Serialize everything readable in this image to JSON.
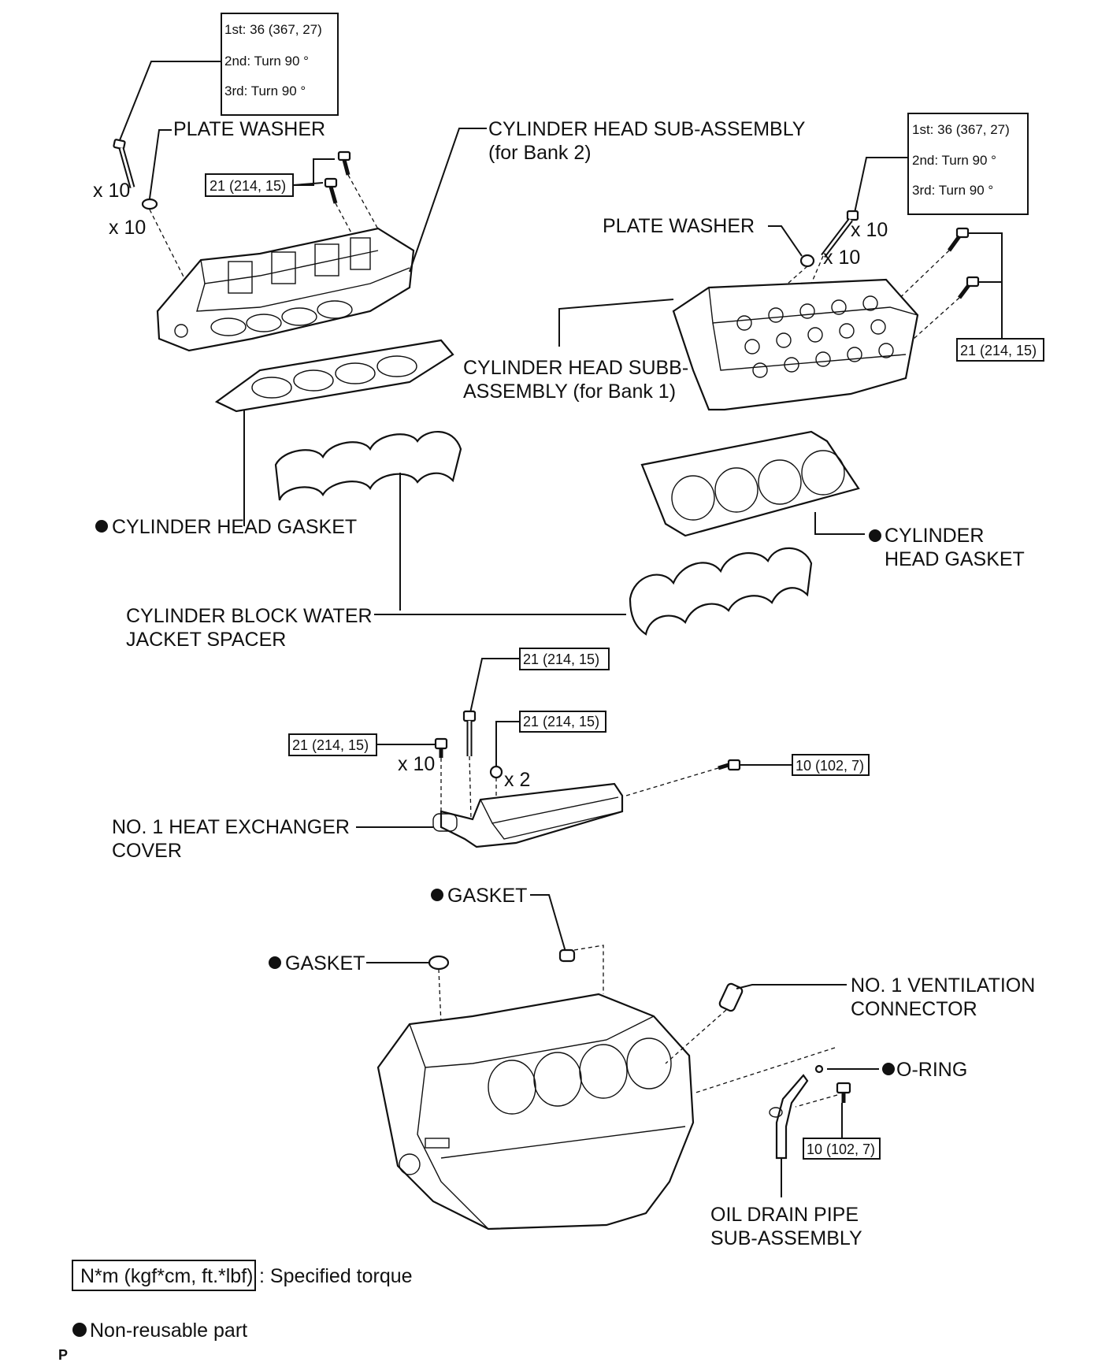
{
  "torque_tables": {
    "bank2": [
      "1st: 36 (367, 27)",
      "2nd:  Turn 90 °",
      "3rd:  Turn 90 °"
    ],
    "bank1": [
      "1st: 36 (367, 27)",
      "2nd:  Turn 90 °",
      "3rd:  Turn 90 °"
    ]
  },
  "labels": {
    "plate_washer_b2": "PLATE WASHER",
    "x10_bolt_b2": "x 10",
    "x10_washer_b2": "x 10",
    "head_b2_line1": "CYLINDER HEAD SUB-ASSEMBLY",
    "head_b2_line2": "(for Bank 2)",
    "plate_washer_b1": "PLATE WASHER",
    "x10_bolt_b1": "x 10",
    "x10_washer_b1": "x 10",
    "head_b1_line1": "CYLINDER HEAD SUBB-",
    "head_b1_line2": "ASSEMBLY (for Bank 1)",
    "gasket_b2": "CYLINDER HEAD GASKET",
    "gasket_b1_line1": "CYLINDER",
    "gasket_b1_line2": "HEAD GASKET",
    "spacer_line1": "CYLINDER BLOCK WATER",
    "spacer_line2": "JACKET SPACER",
    "x10_hx": "x 10",
    "x2_hx": "x 2",
    "hx_line1": "NO. 1 HEAT EXCHANGER",
    "hx_line2": "COVER",
    "gasket_top": "GASKET",
    "gasket_left": "GASKET",
    "vent_line1": "NO. 1 VENTILATION",
    "vent_line2": "CONNECTOR",
    "oring": "O-RING",
    "drain_line1": "OIL DRAIN PIPE",
    "drain_line2": "SUB-ASSEMBLY",
    "page_mark": "P"
  },
  "torques": {
    "head_b2_bolt": "21 (214, 15)",
    "head_b1_bolt": "21 (214, 15)",
    "hx_top": "21 (214, 15)",
    "hx_mid": "21 (214, 15)",
    "hx_left": "21 (214, 15)",
    "hx_right": "10 (102, 7)",
    "drain_bolt": "10 (102, 7)"
  },
  "legend": {
    "torque_unit": "N*m (kgf*cm, ft.*lbf)",
    "torque_desc": ": Specified torque",
    "non_reusable": "Non-reusable part"
  }
}
